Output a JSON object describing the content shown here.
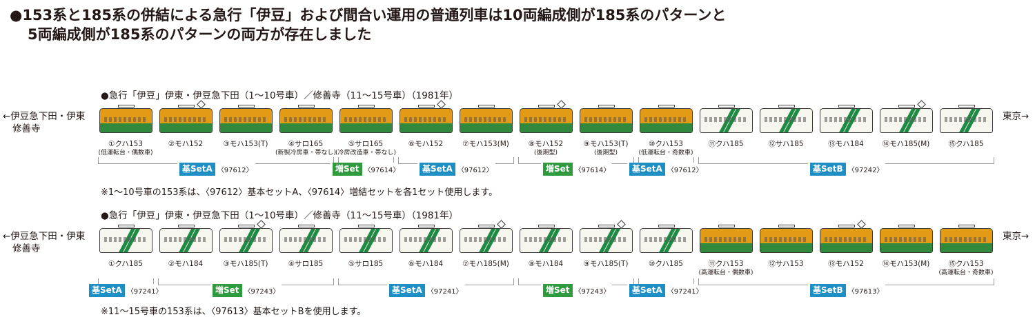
{
  "heading": {
    "line1": "●153系と185系の併結による急行「伊豆」および間合い運用の普通列車は10両編成側が185系のパターンと",
    "line2": "5両編成側が185系のパターンの両方が存在しました"
  },
  "directions": {
    "left_line1": "←伊豆急下田・伊東",
    "left_line2": "修善寺",
    "right": "東京→"
  },
  "formations": [
    {
      "subtitle": "●急行「伊豆」伊東・伊豆急下田（1〜10号車）／修善寺（11〜15号車）（1981年）",
      "cars": [
        {
          "series": "153",
          "label": "①クハ153",
          "sub": "(低運転台・偶数車)",
          "panto": false
        },
        {
          "series": "153",
          "label": "②モハ152",
          "sub": "",
          "panto": true
        },
        {
          "series": "153",
          "label": "③モハ153(T)",
          "sub": "",
          "panto": false
        },
        {
          "series": "153",
          "label": "④サロ165",
          "sub": "(新製冷房車・帯なし)",
          "panto": false
        },
        {
          "series": "153",
          "label": "⑤サロ165",
          "sub": "(冷房改造車・帯なし)",
          "panto": false
        },
        {
          "series": "153",
          "label": "⑥モハ152",
          "sub": "",
          "panto": true
        },
        {
          "series": "153",
          "label": "⑦モハ153(M)",
          "sub": "",
          "panto": false
        },
        {
          "series": "153",
          "label": "⑧モハ152",
          "sub": "(後期型)",
          "panto": true
        },
        {
          "series": "153",
          "label": "⑨モハ153(T)",
          "sub": "(後期型)",
          "panto": false
        },
        {
          "series": "153",
          "label": "⑩クハ153",
          "sub": "(低運転台・奇数車)",
          "panto": false
        },
        {
          "series": "185",
          "label": "⑪クハ185",
          "sub": "",
          "panto": false
        },
        {
          "series": "185",
          "label": "⑫サハ185",
          "sub": "",
          "panto": false
        },
        {
          "series": "185",
          "label": "⑬モハ184",
          "sub": "",
          "panto": false
        },
        {
          "series": "185",
          "label": "⑭モハ185(M)",
          "sub": "",
          "panto": true
        },
        {
          "series": "185",
          "label": "⑮クハ185",
          "sub": "",
          "panto": false
        }
      ],
      "sets": [
        {
          "tag": "基SetA",
          "code": "〈97612〉",
          "color": "blue"
        },
        {
          "tag": "増Set",
          "code": "〈97614〉",
          "color": "green"
        },
        {
          "tag": "基SetA",
          "code": "〈97612〉",
          "color": "blue"
        },
        {
          "tag": "増Set",
          "code": "〈97614〉",
          "color": "green"
        },
        {
          "tag": "基SetA",
          "code": "〈97612〉",
          "color": "blue"
        },
        {
          "tag": "基SetB",
          "code": "〈97242〉",
          "color": "blue"
        }
      ],
      "note": "※1〜10号車の153系は、〈97612〉基本セットA、〈97614〉増結セットを各1セット使用します。"
    },
    {
      "subtitle": "●急行「伊豆」伊東・伊豆急下田（1〜10号車）／修善寺（11〜15号車）（1981年）",
      "cars": [
        {
          "series": "185",
          "label": "①クハ185",
          "sub": "",
          "panto": false
        },
        {
          "series": "185",
          "label": "②モハ184",
          "sub": "",
          "panto": false
        },
        {
          "series": "185",
          "label": "③モハ185(T)",
          "sub": "",
          "panto": true
        },
        {
          "series": "185",
          "label": "④サロ185",
          "sub": "",
          "panto": false
        },
        {
          "series": "185",
          "label": "⑤サロ185",
          "sub": "",
          "panto": false
        },
        {
          "series": "185",
          "label": "⑥モハ184",
          "sub": "",
          "panto": false
        },
        {
          "series": "185",
          "label": "⑦モハ185(M)",
          "sub": "",
          "panto": true
        },
        {
          "series": "185",
          "label": "⑧モハ184",
          "sub": "",
          "panto": false
        },
        {
          "series": "185",
          "label": "⑨モハ185(T)",
          "sub": "",
          "panto": true
        },
        {
          "series": "185",
          "label": "⑩クハ185",
          "sub": "",
          "panto": false
        },
        {
          "series": "153",
          "label": "⑪クハ153",
          "sub": "(高運転台・偶数車)",
          "panto": false
        },
        {
          "series": "153",
          "label": "⑫サハ153",
          "sub": "",
          "panto": false
        },
        {
          "series": "153",
          "label": "⑬モハ152",
          "sub": "",
          "panto": true
        },
        {
          "series": "153",
          "label": "⑭モハ153(M)",
          "sub": "",
          "panto": false
        },
        {
          "series": "153",
          "label": "⑮クハ153",
          "sub": "(高運転台・奇数車)",
          "panto": false
        }
      ],
      "sets": [
        {
          "tag": "基SetA",
          "code": "〈97241〉",
          "color": "blue"
        },
        {
          "tag": "増Set",
          "code": "〈97243〉",
          "color": "green"
        },
        {
          "tag": "基SetA",
          "code": "〈97241〉",
          "color": "blue"
        },
        {
          "tag": "増Set",
          "code": "〈97243〉",
          "color": "green"
        },
        {
          "tag": "基SetA",
          "code": "〈97241〉",
          "color": "blue"
        },
        {
          "tag": "基SetB",
          "code": "〈97613〉",
          "color": "blue"
        }
      ],
      "note": "※11〜15号車の153系は、〈97613〉基本セットBを使用します。"
    }
  ]
}
